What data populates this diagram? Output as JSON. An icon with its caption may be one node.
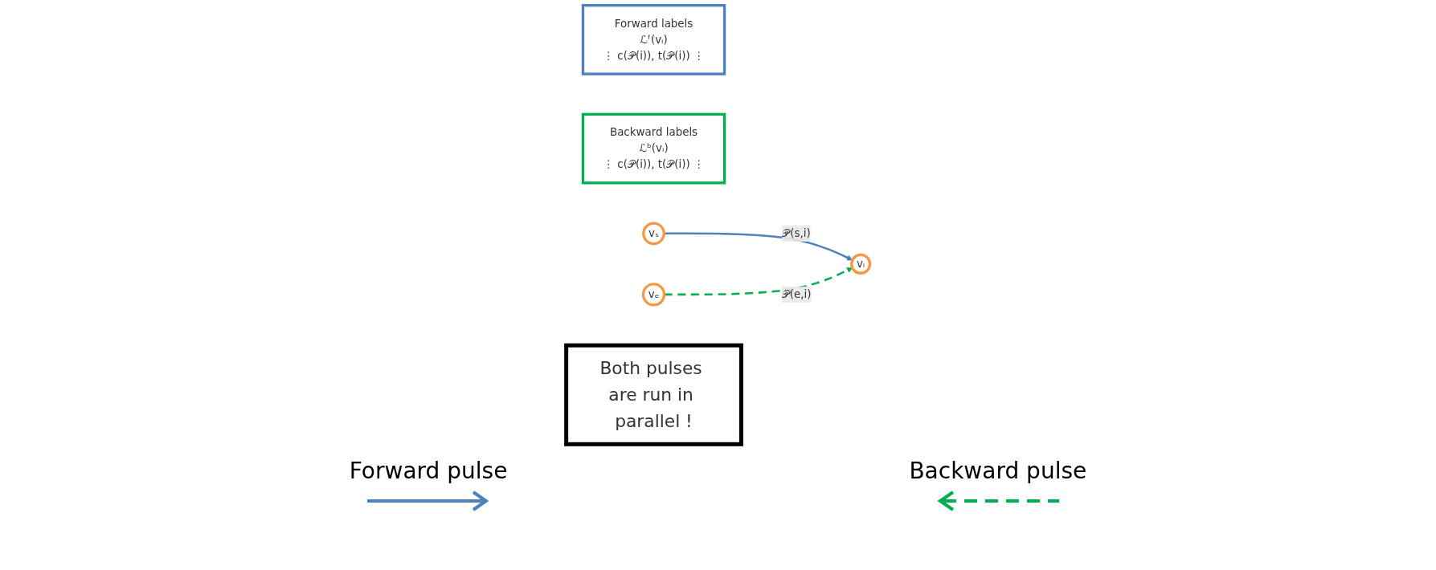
{
  "diagram": {
    "nodes": [
      {
        "text": [
          "Forward labels",
          "ℒᶠ(vᵢ)",
          "⋮ c(𝒫(i)), t(𝒫(i)) ⋮"
        ]
      },
      {
        "text": [
          "Backward labels",
          "ℒᵇ(vᵢ)",
          "⋮ c(𝒫(i)), t(𝒫(i)) ⋮"
        ]
      },
      {
        "text": [
          "vₛ"
        ]
      },
      {
        "text": [
          "vᵢ"
        ]
      },
      {
        "text": [
          "vₑ"
        ]
      },
      {
        "text": [
          "Both pulses are run in parallel !"
        ]
      }
    ],
    "edges": [
      {
        "from": 2,
        "to": 3,
        "arrow": "to",
        "label": "𝒫(s,i)",
        "color": "#4f81bd"
      },
      {
        "from": 4,
        "to": 3,
        "arrow": "to",
        "label": "𝒫(e,i)",
        "style": "dashed",
        "color": "#00b050"
      }
    ],
    "labels": [
      "Forward pulse",
      "Backward pulse"
    ]
  }
}
